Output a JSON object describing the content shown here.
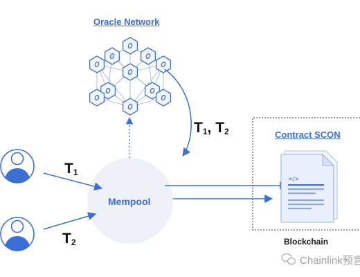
{
  "oracle_network": {
    "title": "Oracle Network"
  },
  "contract": {
    "title": "Contract SCON",
    "code_symbol": "</>"
  },
  "mempool": {
    "label": "Mempool"
  },
  "transactions": {
    "t1": {
      "letter": "T",
      "sub": "1"
    },
    "t2": {
      "letter": "T",
      "sub": "2"
    },
    "combined": {
      "first_letter": "T",
      "first_sub": "1",
      "separator": ",",
      "second_letter": "T",
      "second_sub": "2"
    }
  },
  "blockchain": {
    "label": "Blockchain"
  },
  "watermark": {
    "text": "Chainlink预言"
  },
  "colors": {
    "accent": "#3b6fd6",
    "node_fill": "#f3f7fd",
    "mempool_fill": "#eef2f8",
    "doc_fill": "#eef4fc"
  }
}
